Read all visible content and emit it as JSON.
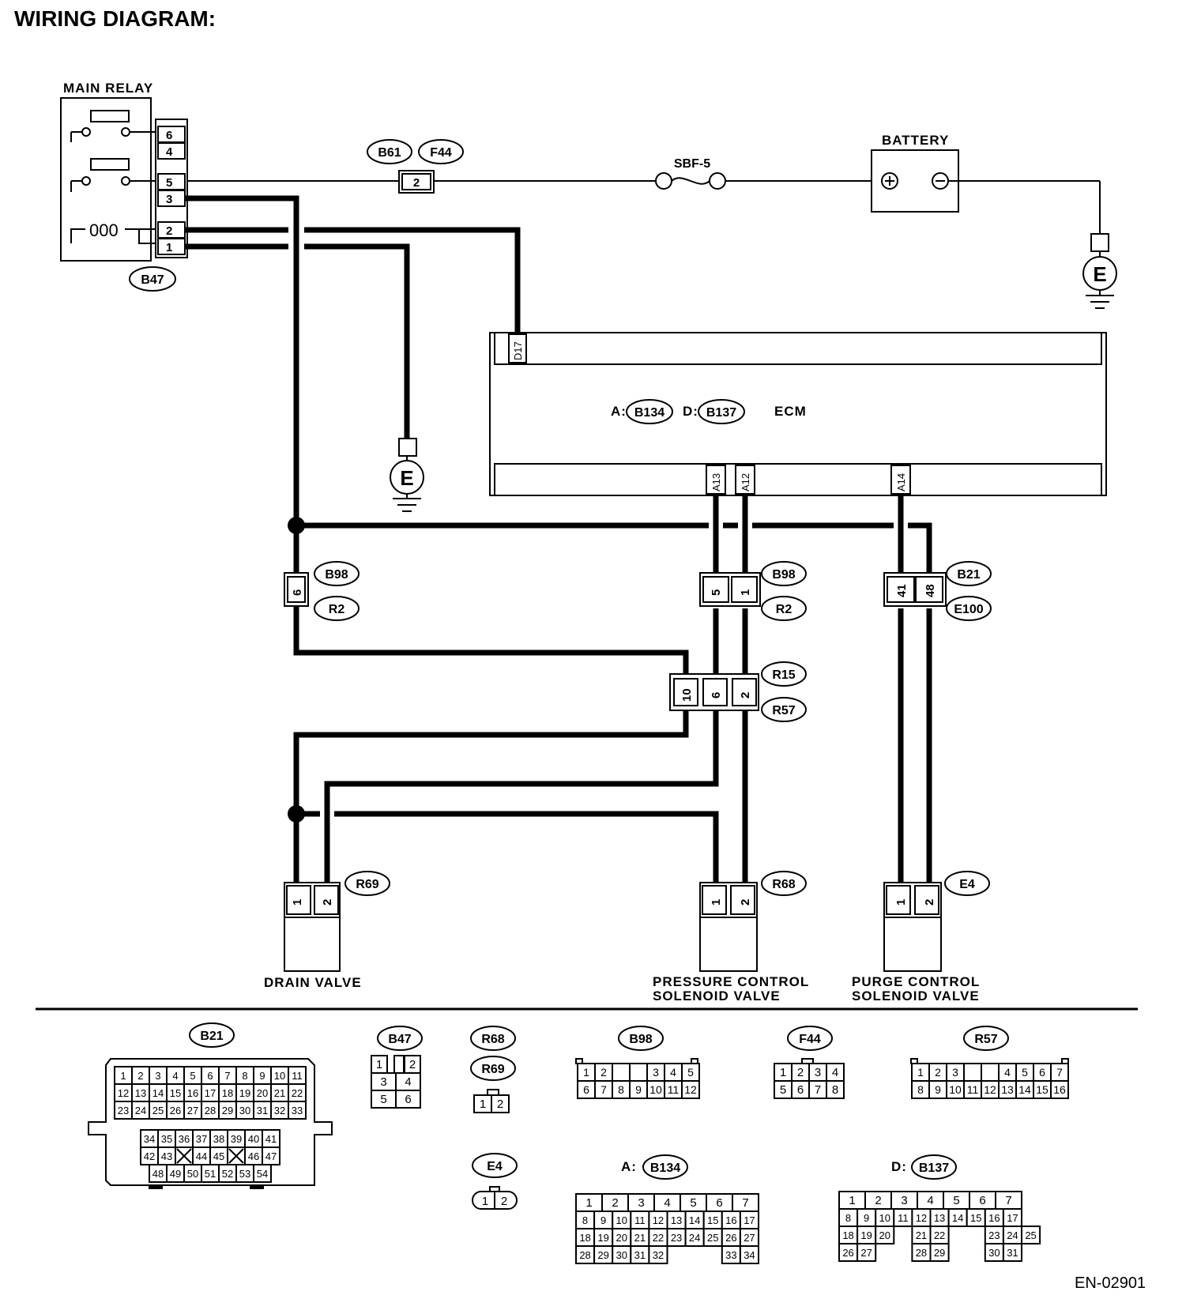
{
  "title": "WIRING DIAGRAM:",
  "diagram_code": "EN-02901",
  "main_relay": {
    "label": "MAIN RELAY",
    "connector": "B47",
    "pins": [
      "6",
      "4",
      "5",
      "3",
      "2",
      "1"
    ],
    "coil": "000"
  },
  "fuse": {
    "connectors": [
      "B61",
      "F44"
    ],
    "pin": "2",
    "fuse_label": "SBF-5"
  },
  "battery": {
    "label": "BATTERY",
    "plus": "⊕",
    "minus": "⊖"
  },
  "ground_label": "E",
  "ecm": {
    "label": "ECM",
    "connector_a_prefix": "A:",
    "connector_a": "B134",
    "connector_d_prefix": "D:",
    "connector_d": "B137",
    "pin_d17": "D17",
    "pin_a13": "A13",
    "pin_a12": "A12",
    "pin_a14": "A14"
  },
  "junctions": {
    "b98_left": {
      "top": "B98",
      "bottom": "R2",
      "pin": "6"
    },
    "b98_mid": {
      "top": "B98",
      "bottom": "R2",
      "pins": [
        "5",
        "1"
      ]
    },
    "b21": {
      "top": "B21",
      "bottom": "E100",
      "pins": [
        "41",
        "48"
      ]
    },
    "r15": {
      "top": "R15",
      "bottom": "R57",
      "pins": [
        "10",
        "6",
        "2"
      ]
    }
  },
  "components": {
    "drain_valve": {
      "connector": "R69",
      "pins": [
        "1",
        "2"
      ],
      "label": "DRAIN VALVE"
    },
    "pressure_valve": {
      "connector": "R68",
      "pins": [
        "1",
        "2"
      ],
      "label_line1": "PRESSURE CONTROL",
      "label_line2": "SOLENOID VALVE"
    },
    "purge_valve": {
      "connector": "E4",
      "pins": [
        "1",
        "2"
      ],
      "label_line1": "PURGE CONTROL",
      "label_line2": "SOLENOID VALVE"
    }
  },
  "connector_views": {
    "b21": {
      "name": "B21",
      "rows": [
        [
          "1",
          "2",
          "3",
          "4",
          "5",
          "6",
          "7",
          "8",
          "9",
          "10",
          "11"
        ],
        [
          "12",
          "13",
          "14",
          "15",
          "16",
          "17",
          "18",
          "19",
          "20",
          "21",
          "22"
        ],
        [
          "23",
          "24",
          "25",
          "26",
          "27",
          "28",
          "29",
          "30",
          "31",
          "32",
          "33"
        ]
      ],
      "lower_rows": [
        [
          "34",
          "35",
          "36",
          "37",
          "38",
          "39",
          "40",
          "41"
        ],
        [
          "42",
          "43",
          "X",
          "44",
          "45",
          "X",
          "46",
          "47"
        ],
        [
          "48",
          "49",
          "50",
          "51",
          "52",
          "53",
          "54"
        ]
      ]
    },
    "b47": {
      "name": "B47",
      "rows": [
        [
          "1",
          "",
          "2"
        ],
        [
          "3",
          "4"
        ],
        [
          "5",
          "6"
        ]
      ]
    },
    "r68": {
      "name": "R68"
    },
    "r69": {
      "name": "R69",
      "pins": [
        "1",
        "2"
      ]
    },
    "e4": {
      "name": "E4",
      "pins": [
        "1",
        "2"
      ]
    },
    "b98": {
      "name": "B98",
      "rows": [
        [
          "1",
          "2",
          "",
          "",
          "3",
          "4",
          "5"
        ],
        [
          "6",
          "7",
          "8",
          "9",
          "10",
          "11",
          "12"
        ]
      ]
    },
    "f44": {
      "name": "F44",
      "rows": [
        [
          "1",
          "2",
          "3",
          "4"
        ],
        [
          "5",
          "6",
          "7",
          "8"
        ]
      ]
    },
    "r57": {
      "name": "R57",
      "rows": [
        [
          "1",
          "2",
          "3",
          "",
          "",
          "4",
          "5",
          "6",
          "7"
        ],
        [
          "8",
          "9",
          "10",
          "11",
          "12",
          "13",
          "14",
          "15",
          "16"
        ]
      ]
    },
    "b134": {
      "prefix": "A:",
      "name": "B134",
      "rows": [
        [
          "1",
          "2",
          "3",
          "4",
          "5",
          "6",
          "7"
        ],
        [
          "8",
          "9",
          "10",
          "11",
          "12",
          "13",
          "14",
          "15",
          "16",
          "17"
        ],
        [
          "18",
          "19",
          "20",
          "21",
          "22",
          "23",
          "24",
          "25",
          "26",
          "27"
        ],
        [
          "28",
          "29",
          "30",
          "31",
          "32",
          "33",
          "34"
        ]
      ]
    },
    "b137": {
      "prefix": "D:",
      "name": "B137",
      "rows": [
        [
          "1",
          "2",
          "3",
          "4",
          "5",
          "6",
          "7"
        ],
        [
          "8",
          "9",
          "10",
          "11",
          "12",
          "13",
          "14",
          "15",
          "16",
          "17"
        ],
        [
          "18",
          "19",
          "20",
          "21",
          "22",
          "23",
          "24",
          "25"
        ],
        [
          "26",
          "27",
          "28",
          "29",
          "30",
          "31"
        ]
      ]
    }
  }
}
